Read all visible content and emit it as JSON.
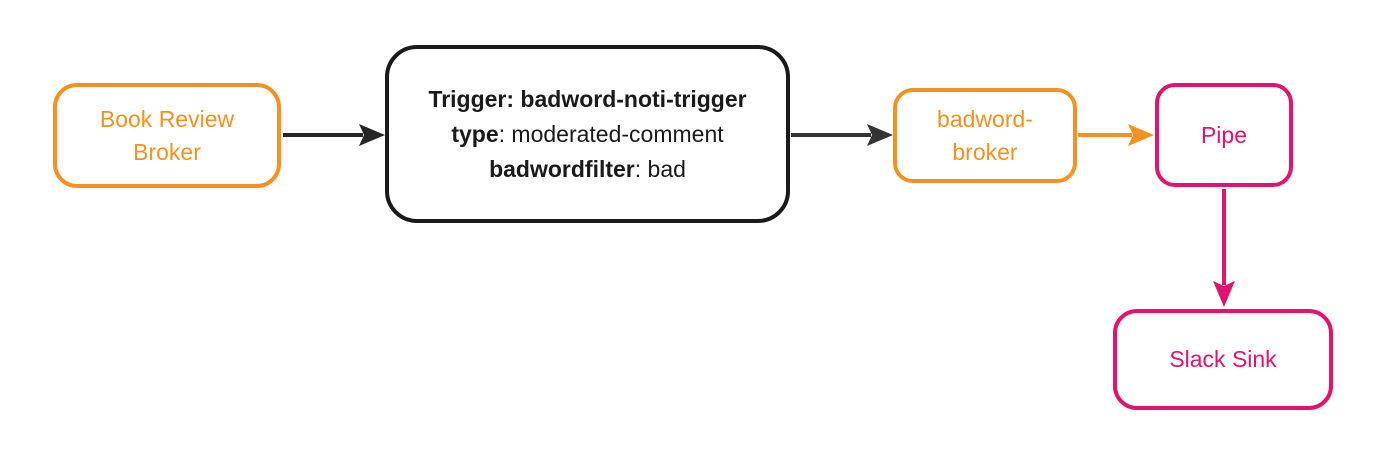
{
  "colors": {
    "orange": "#F59120",
    "pink": "#E0146C",
    "black": "#1A1A1A",
    "background": "#FFFFFF"
  },
  "nodes": {
    "book_review_broker": {
      "label": "Book Review Broker"
    },
    "trigger": {
      "line1": "Trigger: badword-noti-trigger",
      "line2_key": "type",
      "line2_value": ": moderated-comment",
      "line3_key": "badwordfilter",
      "line3_value": ": bad"
    },
    "badword_broker": {
      "label": "badword-broker"
    },
    "pipe": {
      "label": "Pipe"
    },
    "slack_sink": {
      "label": "Slack Sink"
    }
  },
  "edges": [
    {
      "from": "book_review_broker",
      "to": "trigger",
      "color": "#262626"
    },
    {
      "from": "trigger",
      "to": "badword_broker",
      "color": "#333333"
    },
    {
      "from": "badword_broker",
      "to": "pipe",
      "color": "#F59120"
    },
    {
      "from": "pipe",
      "to": "slack_sink",
      "color": "#E0146C"
    }
  ]
}
